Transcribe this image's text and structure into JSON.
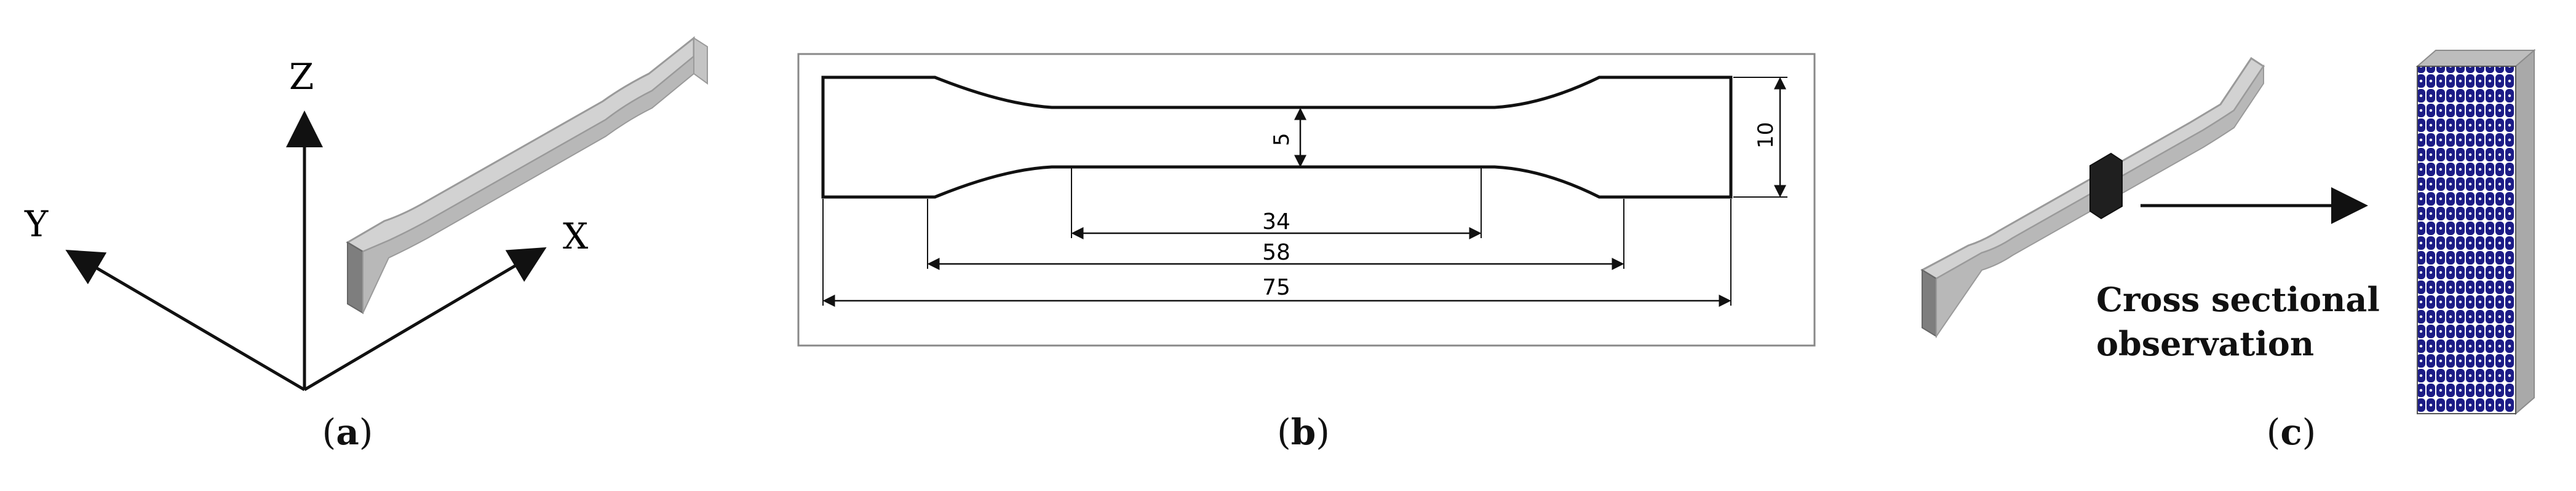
{
  "panel_a": {
    "axes": {
      "z": "Z",
      "y": "Y",
      "x": "X"
    },
    "caption": {
      "open": "(",
      "letter": "a",
      "close": ")"
    }
  },
  "panel_b": {
    "dimensions": {
      "gauge_width": "5",
      "grip_width": "10",
      "gauge_length": "34",
      "reduced_length": "58",
      "total_length": "75"
    },
    "caption": {
      "open": "(",
      "letter": "b",
      "close": ")"
    }
  },
  "panel_c": {
    "label_line1": "Cross sectional",
    "label_line2": "observation",
    "caption": {
      "open": "(",
      "letter": "c",
      "close": ")"
    }
  },
  "colors": {
    "specimen_face": "#d2d2d2",
    "specimen_edge": "#8c8c8c",
    "bead": "#1c1c86",
    "line": "#111111"
  }
}
